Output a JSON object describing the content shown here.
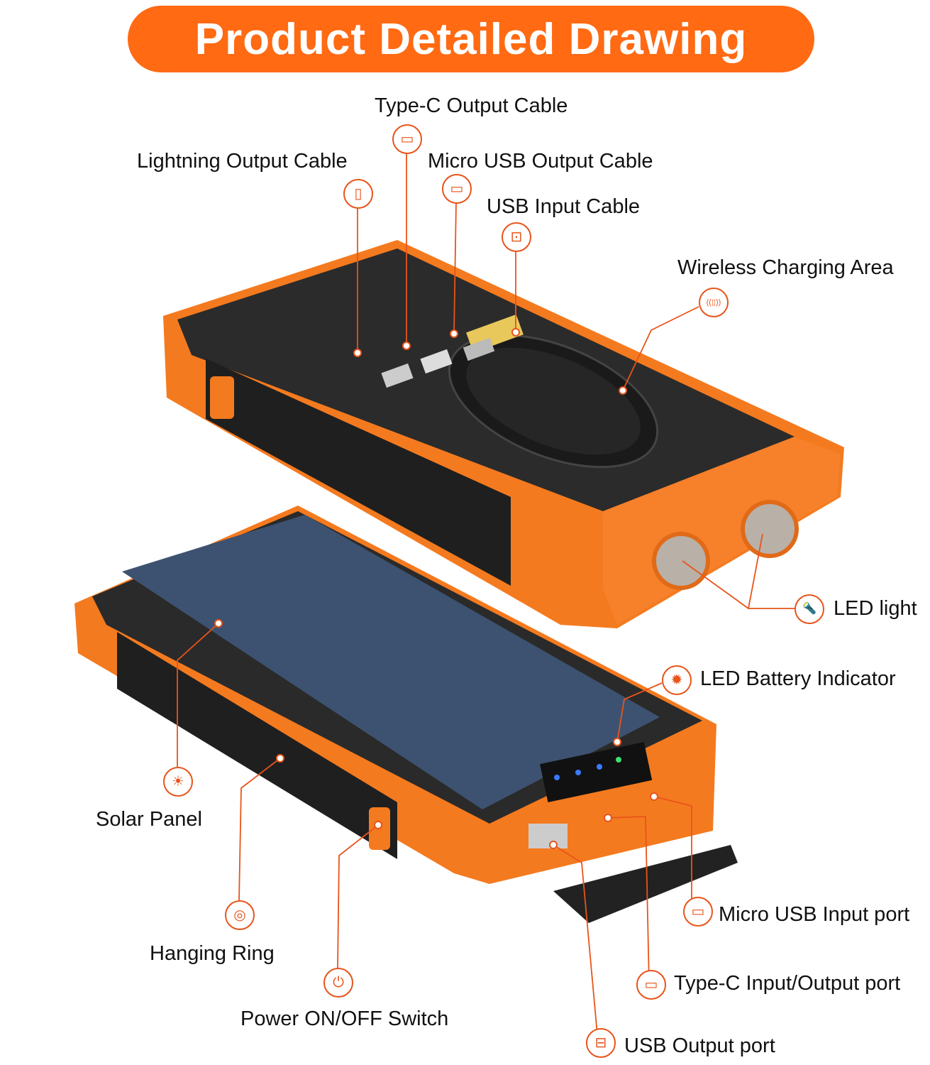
{
  "title": "Product Detailed Drawing",
  "colors": {
    "accent": "#ff6a13",
    "device_orange": "#f47a1f",
    "device_black": "#2a2a2a",
    "solar_blue": "#3d5270"
  },
  "callouts": [
    {
      "label": "Type-C Output Cable",
      "icon": "type-c-connector-icon",
      "glyph": "▭"
    },
    {
      "label": "Lightning Output Cable",
      "icon": "lightning-connector-icon",
      "glyph": "▯"
    },
    {
      "label": "Micro USB Output Cable",
      "icon": "micro-usb-connector-icon",
      "glyph": "▭"
    },
    {
      "label": "USB Input Cable",
      "icon": "usb-connector-icon",
      "glyph": "⊡"
    },
    {
      "label": "Wireless Charging Area",
      "icon": "wireless-charging-icon",
      "glyph": "((▯))"
    },
    {
      "label": "LED light",
      "icon": "flashlight-icon",
      "glyph": "🔦"
    },
    {
      "label": "LED Battery Indicator",
      "icon": "led-indicator-icon",
      "glyph": "✹"
    },
    {
      "label": "Solar Panel",
      "icon": "solar-panel-icon",
      "glyph": "☀"
    },
    {
      "label": "Hanging Ring",
      "icon": "hanging-ring-icon",
      "glyph": "◎"
    },
    {
      "label": "Power ON/OFF Switch",
      "icon": "power-icon",
      "glyph": "⏻"
    },
    {
      "label": "Micro USB Input port",
      "icon": "micro-usb-port-icon",
      "glyph": "▭"
    },
    {
      "label": "Type-C Input/Output port",
      "icon": "type-c-port-icon",
      "glyph": "▭"
    },
    {
      "label": "USB Output port",
      "icon": "usb-port-icon",
      "glyph": "⊟"
    }
  ]
}
